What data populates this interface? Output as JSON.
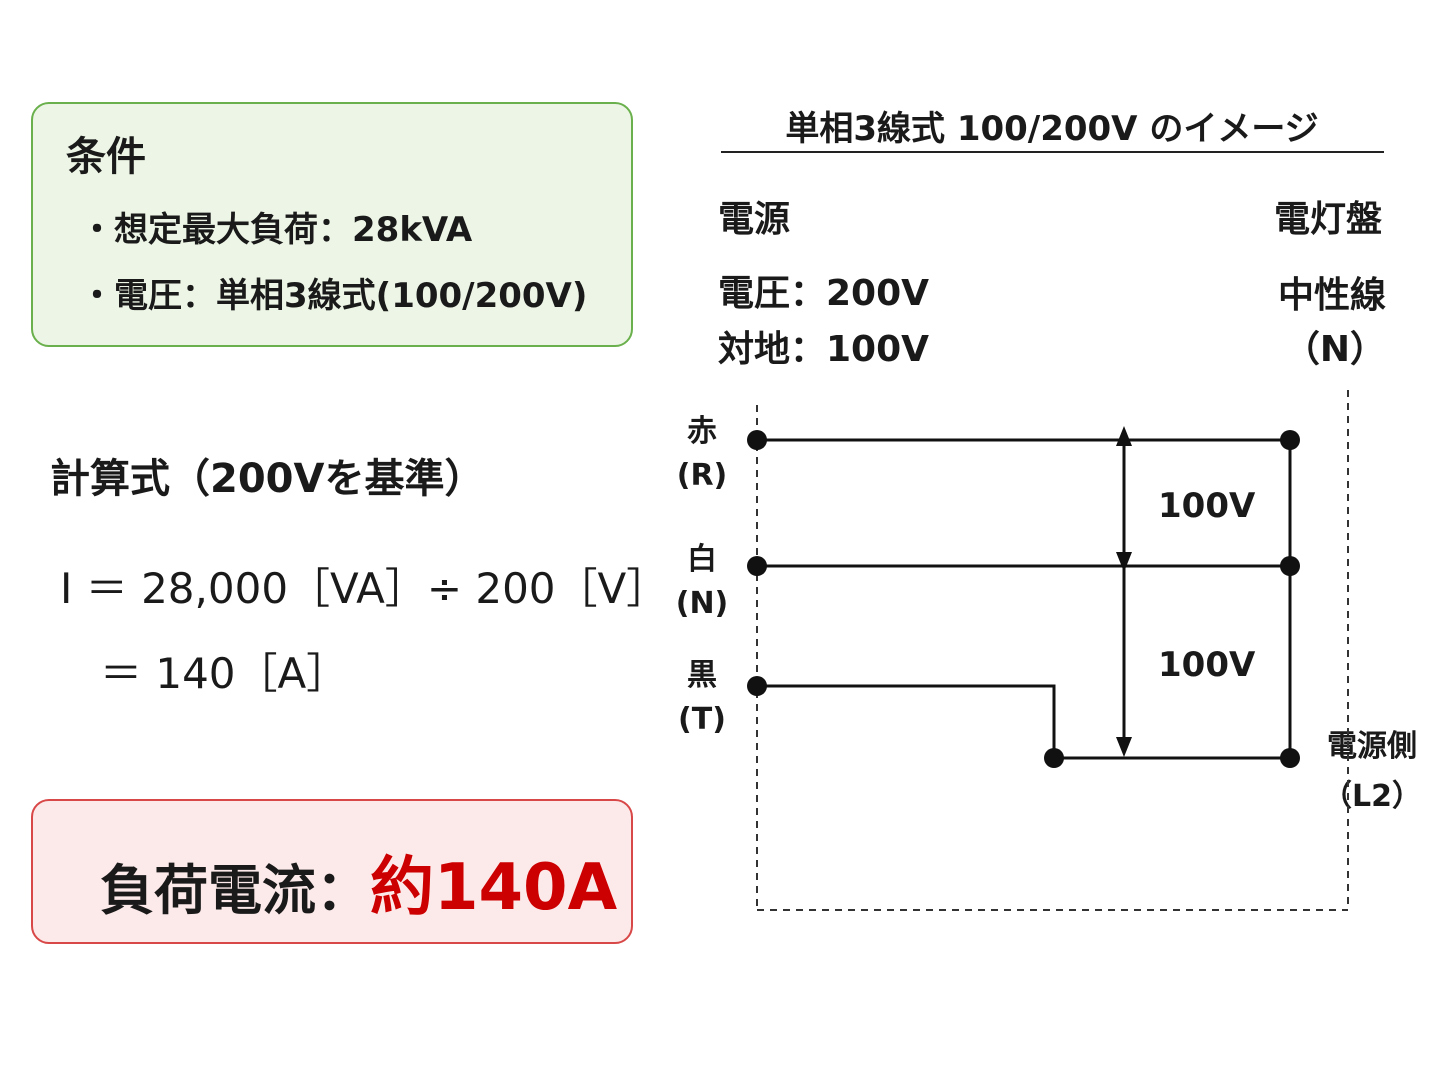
{
  "conditions": {
    "title": "条件",
    "items": [
      "・想定最大負荷：28kVA",
      "・電圧：単相3線式(100/200V)"
    ]
  },
  "calculation": {
    "title": "計算式（200Vを基準）",
    "line1": "I ＝ 28,000［VA］÷ 200［V］",
    "line2": "＝ 140［A］"
  },
  "result": {
    "label": "負荷電流：",
    "value": "約140A"
  },
  "diagram": {
    "title": "単相3線式 100/200V のイメージ",
    "source_label": "電源",
    "panel_label": "電灯盤",
    "voltage_label": "電圧：200V",
    "ground_label": "対地：100V",
    "neutral_label": "中性線",
    "neutral_code": "（N）",
    "wires": [
      {
        "color_name": "赤",
        "code": "(R)"
      },
      {
        "color_name": "白",
        "code": "(N)"
      },
      {
        "color_name": "黒",
        "code": "(T)"
      }
    ],
    "voltage_upper": "100V",
    "voltage_lower": "100V",
    "source_side_label": "電源側",
    "source_side_code": "（L2）"
  },
  "colors": {
    "condition_bg": "#edf6e6",
    "condition_border": "#6ab04c",
    "result_bg": "#fce9e9",
    "result_border": "#d94848",
    "result_value": "#cc0000"
  }
}
